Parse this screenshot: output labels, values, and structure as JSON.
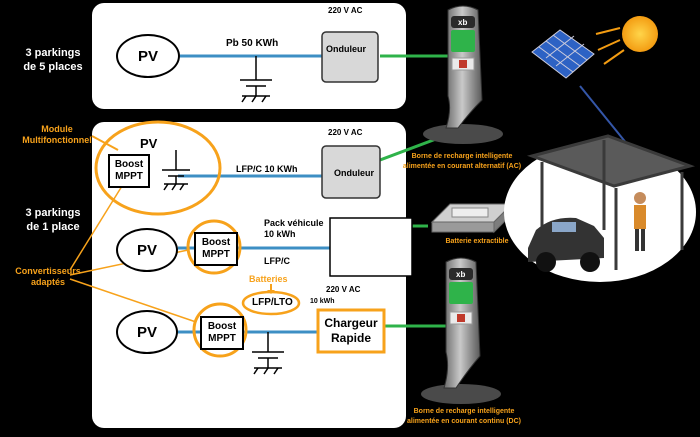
{
  "colors": {
    "bus": "#3d8fc4",
    "ac_link": "#2fb34a",
    "highlight": "#f7a21b",
    "panel": "#ffffff",
    "background": "#000000"
  },
  "left": {
    "top_group": "3 parkings\nde 5 places",
    "bottom_group": "3 parkings\nde 1 place",
    "module": "Module\nMultifonctionnel",
    "converters": "Convertisseurs\nadaptés"
  },
  "panel1": {
    "pv": "PV",
    "battery": "Pb 50 KWh",
    "ac": "220 V AC",
    "inverter": "Onduleur"
  },
  "panel2": {
    "row1": {
      "pv": "PV",
      "boost": "Boost\nMPPT",
      "battery": "LFP/C 10 KWh",
      "ac": "220 V AC",
      "inverter": "Onduleur"
    },
    "row2": {
      "pv": "PV",
      "boost": "Boost\nMPPT",
      "pack": "Pack véhicule\n10 kWh",
      "chem": "LFP/C"
    },
    "row3": {
      "pv": "PV",
      "boost": "Boost\nMPPT",
      "batteries": "Batteries",
      "lto": "LFP/LTO",
      "kwh": "10 kWh",
      "ac": "220 V AC",
      "charger": "Chargeur\nRapide"
    }
  },
  "right": {
    "ac_station": "Borne de recharge intelligente\nalimentée en courant alternatif (AC)",
    "battery": "Batterie extractible",
    "dc_station": "Borne de recharge intelligente\nalimentée en courant continu (DC)",
    "kiosk_logo": "xb"
  }
}
